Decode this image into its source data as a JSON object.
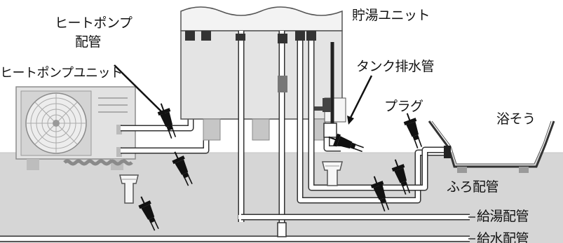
{
  "labels": {
    "heatpump_piping": [
      "ヒートポンプ",
      "配管"
    ],
    "hot_water_unit": "貯湯ユニット",
    "tank_drain_pipe": "タンク排水管",
    "heatpump_unit": "ヒートポンプユニット",
    "plug": "プラグ",
    "bathtub": "浴そう",
    "bath_piping": "ふろ配管",
    "hot_water_supply_piping": "給湯配管",
    "water_supply_piping": "給水配管"
  },
  "colors": {
    "ground": "#d6d6d6",
    "ground_dark": "#c2c2c2",
    "unit_body": "#e4e4e4",
    "outline": "#333333",
    "pipe_fill": "#ffffff",
    "plug": "#111111",
    "text": "#111111"
  }
}
